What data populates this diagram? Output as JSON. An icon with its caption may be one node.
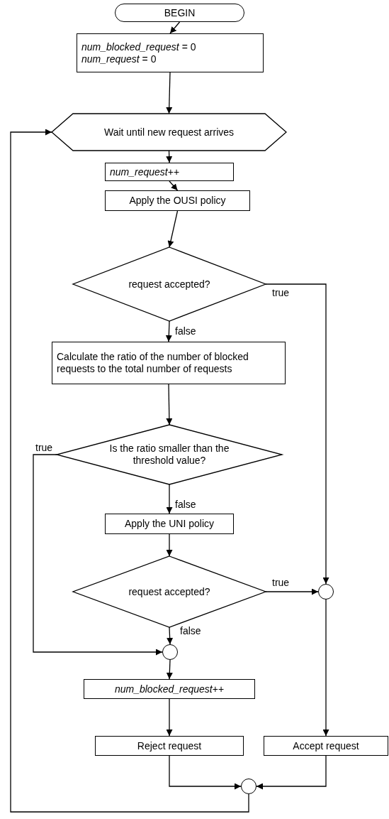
{
  "diagram": {
    "nodes": [
      {
        "text": [
          "BEGIN"
        ]
      },
      {
        "text": [
          "*num_blocked_request* = 0",
          "*num_request* = 0"
        ]
      },
      {
        "text": [
          "Wait until new request arrives"
        ]
      },
      {
        "text": [
          "*num_request*++"
        ]
      },
      {
        "text": [
          "Apply the OUSI policy"
        ]
      },
      {
        "text": [
          "request accepted?"
        ]
      },
      {
        "text": [
          "Calculate the ratio of the number of blocked requests to the total number of requests"
        ]
      },
      {
        "text": [
          "Is the ratio smaller than the threshold value?"
        ]
      },
      {
        "text": [
          "Apply the UNI policy"
        ]
      },
      {
        "text": [
          "request accepted?"
        ]
      },
      {
        "text": [],
        "shape": "circle"
      },
      {
        "text": [],
        "shape": "circle"
      },
      {
        "text": [
          "*num_blocked_request*++"
        ]
      },
      {
        "text": [
          "Reject request"
        ]
      },
      {
        "text": [
          "Accept request"
        ]
      },
      {
        "text": [],
        "shape": "circle"
      }
    ],
    "edges": [
      {
        "from": 0,
        "to": 1,
        "arrow": "to"
      },
      {
        "from": 1,
        "to": 2,
        "arrow": "to"
      },
      {
        "from": 2,
        "to": 3,
        "arrow": "to"
      },
      {
        "from": 3,
        "to": 4,
        "arrow": "to"
      },
      {
        "from": 4,
        "to": 5,
        "arrow": "to"
      },
      {
        "from": 5,
        "to": 11,
        "label": "true",
        "arrow": "to"
      },
      {
        "from": 5,
        "to": 6,
        "label": "false",
        "arrow": "to"
      },
      {
        "from": 6,
        "to": 7,
        "arrow": "to"
      },
      {
        "from": 7,
        "to": 10,
        "label": "true",
        "arrow": "to"
      },
      {
        "from": 7,
        "to": 8,
        "label": "false",
        "arrow": "to"
      },
      {
        "from": 8,
        "to": 9,
        "arrow": "to"
      },
      {
        "from": 9,
        "to": 11,
        "label": "true",
        "arrow": "to"
      },
      {
        "from": 9,
        "to": 10,
        "label": "false",
        "arrow": "to"
      },
      {
        "from": 10,
        "to": 12,
        "arrow": "to"
      },
      {
        "from": 11,
        "to": 14,
        "arrow": "to"
      },
      {
        "from": 12,
        "to": 13,
        "arrow": "to"
      },
      {
        "from": 13,
        "to": 15,
        "arrow": "to"
      },
      {
        "from": 14,
        "to": 15,
        "arrow": "to"
      },
      {
        "from": 15,
        "to": 2,
        "arrow": "to"
      }
    ]
  }
}
